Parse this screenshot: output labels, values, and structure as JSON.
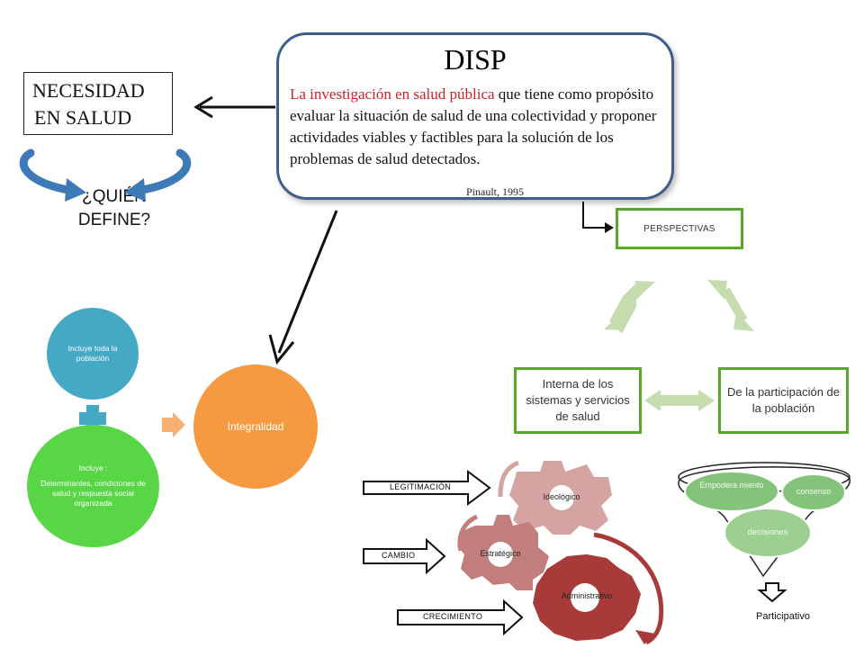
{
  "disp": {
    "title": "DISP",
    "highlight": "La investigación en salud pública",
    "body": " que tiene como propósito evaluar la situación de salud de una colectividad y proponer actividades viables y factibles para la solución de los problemas de salud detectados.",
    "citation": "Pinault, 1995"
  },
  "necesidad": {
    "line1": "NECESIDAD",
    "line2": "EN SALUD"
  },
  "quien_define": {
    "line1": "¿QUIÉN",
    "line2": "DEFINE?"
  },
  "perspectivas": {
    "title": "PERSPECTIVAS",
    "interna": "Interna de los sistemas y servicios de salud",
    "participacion": "De la participación de la población"
  },
  "integralidad": {
    "blue": "Incluye toda la población",
    "green_title": "Incluye :",
    "green_body": "Determinantes, condiciones de salud y respuesta social organizada",
    "result": "Integralidad"
  },
  "gears": {
    "ideologico": "Ideológico",
    "estrategico": "Estratégico",
    "administrativo": "Administrativo",
    "legitimacion": "LEGITIMACIÓN",
    "cambio": "CAMBIO",
    "crecimiento": "CRECIMIENTO"
  },
  "funnel": {
    "empoderamiento": "Empodera miento",
    "consenso": "consenso",
    "decisiones": "decisiones",
    "label": "Participativo"
  },
  "colors": {
    "disp_border": "#3f5f8a",
    "highlight": "#d11f26",
    "curve_arrow": "#3f7ab8",
    "flow_green": "#58a829",
    "light_green_arrow": "#c5dcae",
    "blue_circle": "#45a9c6",
    "green_circle": "#58d646",
    "orange_circle": "#f59a40",
    "gear_ideologico": "#d6a3a3",
    "gear_estrategico": "#c27d7d",
    "gear_administrativo": "#a83a3a"
  }
}
